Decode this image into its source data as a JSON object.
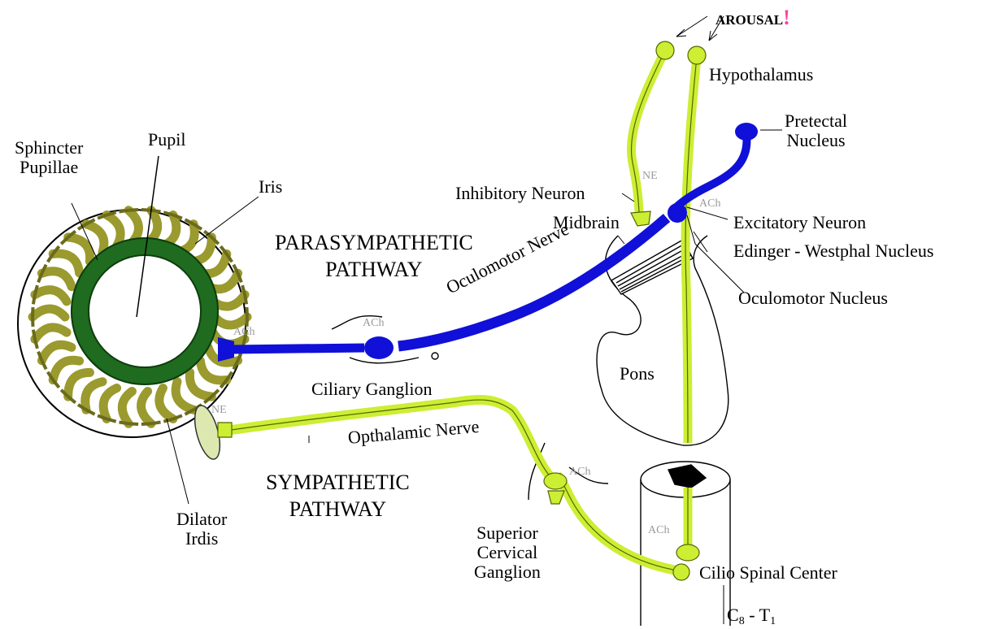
{
  "labels": {
    "pupil": "Pupil",
    "sphincter": "Sphincter\nPupillae",
    "iris": "Iris",
    "parasympathetic": "PARASYMPATHETIC\nPATHWAY",
    "sympathetic": "SYMPATHETIC\nPATHWAY",
    "oculomotor_nerve": "Oculomotor Nerve",
    "ciliary_ganglion": "Ciliary Ganglion",
    "opthalamic_nerve": "Opthalamic Nerve",
    "dilator": "Dilator\nIrdis",
    "superior_cervical": "Superior\nCervical\nGanglion",
    "cilio_spinal": "Cilio Spinal Center",
    "c8": "C",
    "c8_sub": "8",
    "t1_dash": " - T",
    "t1_sub": "1",
    "arousal": "AROUSAL",
    "arousal_mark": "!",
    "hypothalamus": "Hypothalamus",
    "pretectal": "Pretectal\nNucleus",
    "inhibitory": "Inhibitory Neuron",
    "excitatory": "Excitatory Neuron",
    "midbrain": "Midbrain",
    "edinger": "Edinger - Westphal Nucleus",
    "oculomotor_nucleus": "Oculomotor Nucleus",
    "pons": "Pons"
  },
  "neurotransmitters": {
    "ach": "ACh",
    "ne": "NE"
  },
  "colors": {
    "parasympathetic": "#1010d8",
    "sympathetic": "#ccee33",
    "iris_spokes": "#9a9a2e",
    "iris_ring": "#1f6b1f"
  }
}
